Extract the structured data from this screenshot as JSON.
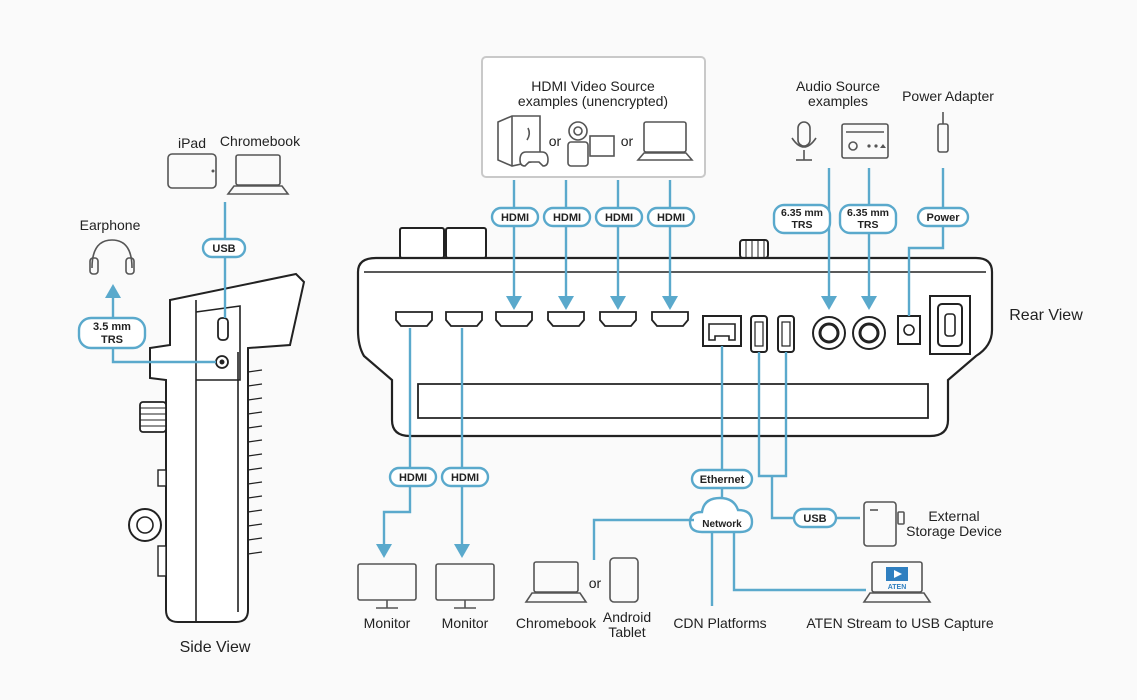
{
  "colors": {
    "connector": "#5aa9cc",
    "outline": "#555555",
    "device": "#222222"
  },
  "views": {
    "side": "Side View",
    "rear": "Rear View"
  },
  "hdmi_sources": {
    "line1": "HDMI Video Source",
    "line2": "examples (unencrypted)",
    "or": "or"
  },
  "audio_sources": {
    "line1": "Audio Source",
    "line2": "examples"
  },
  "power_adapter": "Power Adapter",
  "side": {
    "ipad": "iPad",
    "chromebook": "Chromebook",
    "usb": "USB",
    "earphone": "Earphone",
    "trs_line1": "3.5 mm",
    "trs_line2": "TRS"
  },
  "connectors": {
    "hdmi": "HDMI",
    "trs_line1": "6.35 mm",
    "trs_line2": "TRS",
    "power": "Power",
    "ethernet": "Ethernet",
    "usb": "USB",
    "network": "Network"
  },
  "outputs": {
    "monitor1": "Monitor",
    "monitor2": "Monitor",
    "chromebook": "Chromebook",
    "or": "or",
    "tablet_line1": "Android",
    "tablet_line2": "Tablet",
    "cdn": "CDN Platforms",
    "capture": "ATEN Stream to USB Capture",
    "capture_logo": "ATEN",
    "storage_line1": "External",
    "storage_line2": "Storage Device"
  },
  "icons": [
    "camera-icon",
    "laptop-icon",
    "tablet-icon",
    "microphone-icon",
    "radio-icon",
    "power-plug-icon",
    "headphones-icon",
    "monitor-icon",
    "cloud-icon",
    "usb-drive-icon",
    "gamepad-icon"
  ]
}
